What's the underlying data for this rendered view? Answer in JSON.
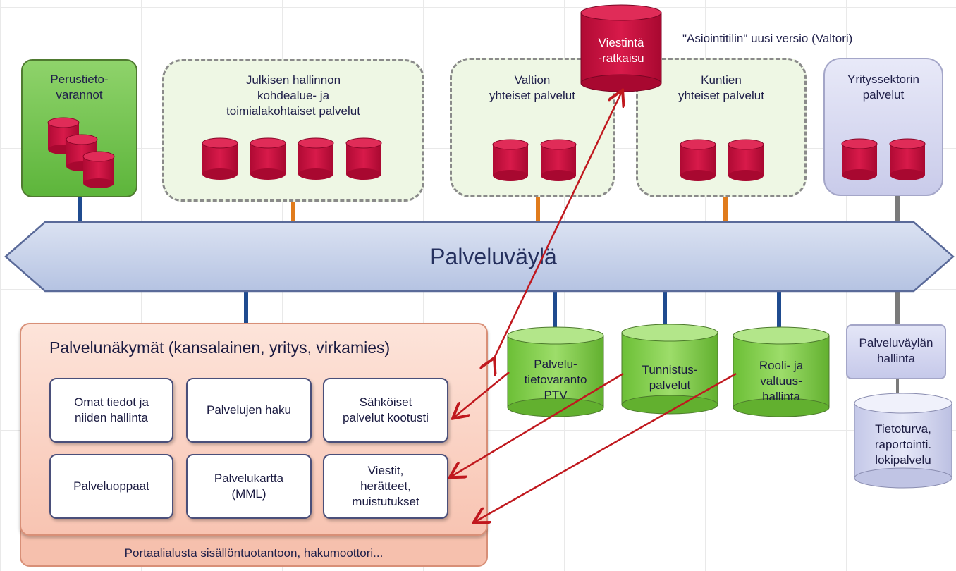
{
  "header_note": "\"Asiointitilin\" uusi versio (Valtori)",
  "viestinta": "Viestintä\n-ratkaisu",
  "top_boxes": {
    "perustieto": "Perustieto-\nvarannot",
    "julkisen": "Julkisen hallinnon\nkohdealue- ja\ntoimialakohtaiset palvelut",
    "valtion": "Valtion\nyhteiset palvelut",
    "kuntien": "Kuntien\nyhteiset palvelut",
    "yrityssektorin": "Yrityssektorin\npalvelut"
  },
  "bus_label": "Palveluväylä",
  "palvelunakymat": {
    "title": "Palvelunäkymät (kansalainen, yritys, virkamies)",
    "cards": [
      "Omat tiedot ja\nniiden hallinta",
      "Palvelujen haku",
      "Sähköiset\npalvelut kootusti",
      "Palveluoppaat",
      "Palvelukartta\n(MML)",
      "Viestit,\nherätteet,\nmuistutukset"
    ],
    "footer": "Portaalialusta sisällöntuotantoon, hakumoottori..."
  },
  "green_cylinders": [
    "Palvelu-\ntietovaranto\nPTV",
    "Tunnistus-\npalvelut",
    "Rooli- ja\nvaltuus-\nhallinta"
  ],
  "hallinta": "Palveluväylän\nhallinta",
  "tietoturva": "Tietoturva,\nraportointi.\nlokipalvelu",
  "colors": {
    "cylinder_red": "#c8103e",
    "cylinder_green": "#7ecf47",
    "arrow_red": "#c0181e",
    "connector_blue": "#1f4b8f",
    "connector_orange": "#e07b1c",
    "connector_gray": "#7a7a7a",
    "bus_fill": "#c8d3ea"
  }
}
